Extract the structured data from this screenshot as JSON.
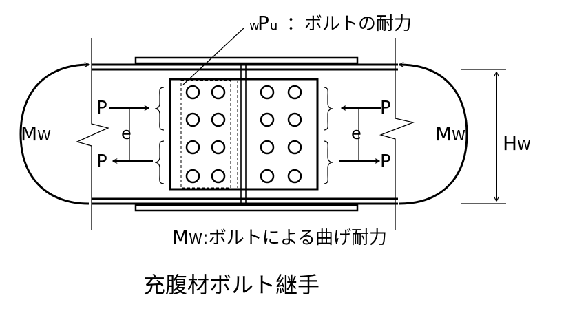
{
  "labels": {
    "wpu": "wPu",
    "wpu_desc": "：ボルトの耐力",
    "mw_left": "Mw",
    "mw_right": "Mw",
    "hw": "Hw",
    "p_tl": "P",
    "p_bl": "P",
    "p_tr": "P",
    "p_br": "P",
    "e_left": "e",
    "e_right": "e",
    "mw_legend_sym": "Mw",
    "mw_legend_desc": ":ボルトによる曲げ耐力",
    "caption": "充腹材ボルト継手"
  }
}
